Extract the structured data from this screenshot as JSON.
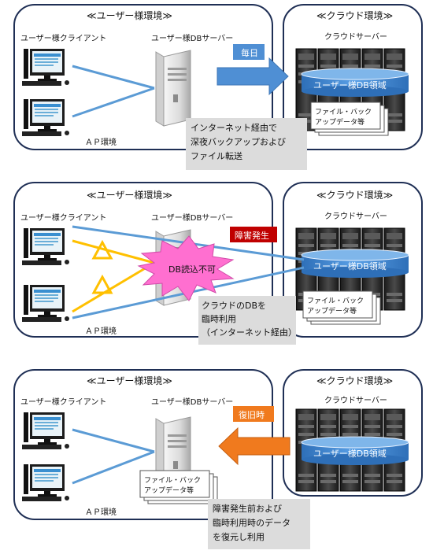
{
  "panels": [
    {
      "user_env": "≪ユーザー様環境≫",
      "cloud_env": "≪クラウド環境≫",
      "client_label": "ユーザー様クライアント",
      "db_server_label": "ユーザー様DBサーバー",
      "cloud_server_label": "クラウドサーバー",
      "ap_label": "ＡＰ環境",
      "db_area": "ユーザー様DB領域",
      "file_backup": [
        "ファイル・バック",
        "アップデータ等"
      ],
      "arrow_label": "毎日",
      "note": [
        "インターネット経由で",
        "深夜バックアップおよび",
        "ファイル転送"
      ]
    },
    {
      "user_env": "≪ユーザー様環境≫",
      "cloud_env": "≪クラウド環境≫",
      "client_label": "ユーザー様クライアント",
      "db_server_label": "ユーザー様DBサーバー",
      "cloud_server_label": "クラウドサーバー",
      "ap_label": "ＡＰ環境",
      "db_area": "ユーザー様DB領域",
      "file_backup": [
        "ファイル・バック",
        "アップデータ等"
      ],
      "failure_label": "障害発生",
      "burst_label": "DB読込不可",
      "note": [
        "クラウドのDBを",
        "臨時利用",
        "（インターネット経由）"
      ]
    },
    {
      "user_env": "≪ユーザー様環境≫",
      "cloud_env": "≪クラウド環境≫",
      "client_label": "ユーザー様クライアント",
      "db_server_label": "ユーザー様DBサーバー",
      "cloud_server_label": "クラウドサーバー",
      "ap_label": "ＡＰ環境",
      "db_area": "ユーザー様DB領域",
      "file_backup": [
        "ファイル・バック",
        "アップデータ等"
      ],
      "arrow_label": "復旧時",
      "note": [
        "障害発生前および",
        "臨時利用時のデータ",
        "を復元し利用"
      ]
    }
  ],
  "colors": {
    "blue_line": "#5b9bd5",
    "arrow_blue": "#4f8fd4",
    "arrow_orange": "#f07a1e",
    "warning_yellow": "#ffc000",
    "failure_red": "#c00000",
    "burst_pink": "#ff6fd0",
    "db_cylinder": "#3f86d4",
    "note_gray": "#dcdcdc",
    "panel_border": "#1f2f55"
  }
}
